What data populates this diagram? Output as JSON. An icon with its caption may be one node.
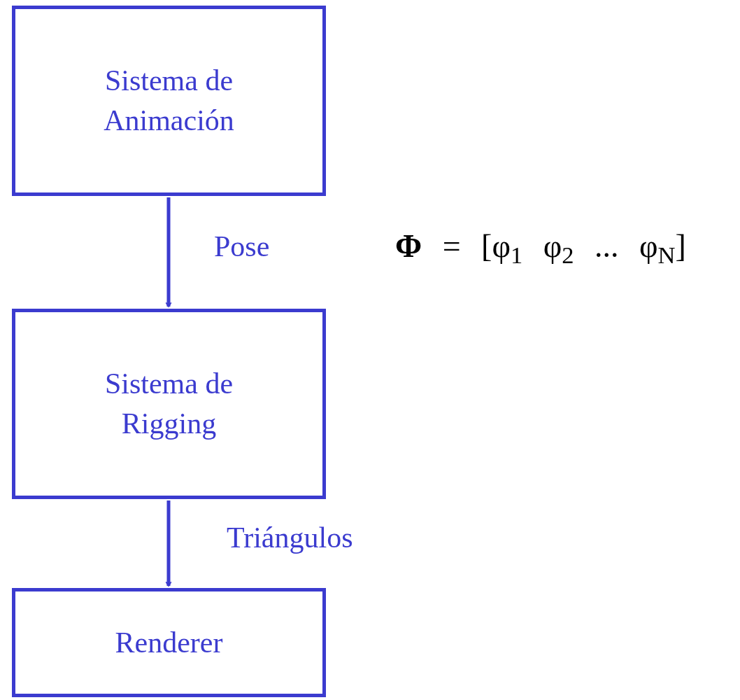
{
  "diagram": {
    "nodes": [
      {
        "text": [
          "Sistema de Animación"
        ]
      },
      {
        "text": [
          "Sistema de Rigging"
        ]
      },
      {
        "text": [
          "Renderer"
        ]
      }
    ],
    "edges": [
      {
        "from": 0,
        "to": 1,
        "arrow": "to",
        "label": "Pose"
      },
      {
        "from": 1,
        "to": 2,
        "arrow": "to",
        "label": "Triángulos"
      }
    ],
    "labels": [
      "**Φ** = [φ$_{1}$ φ$_{2}$ ... φ$_{N}$]"
    ]
  }
}
